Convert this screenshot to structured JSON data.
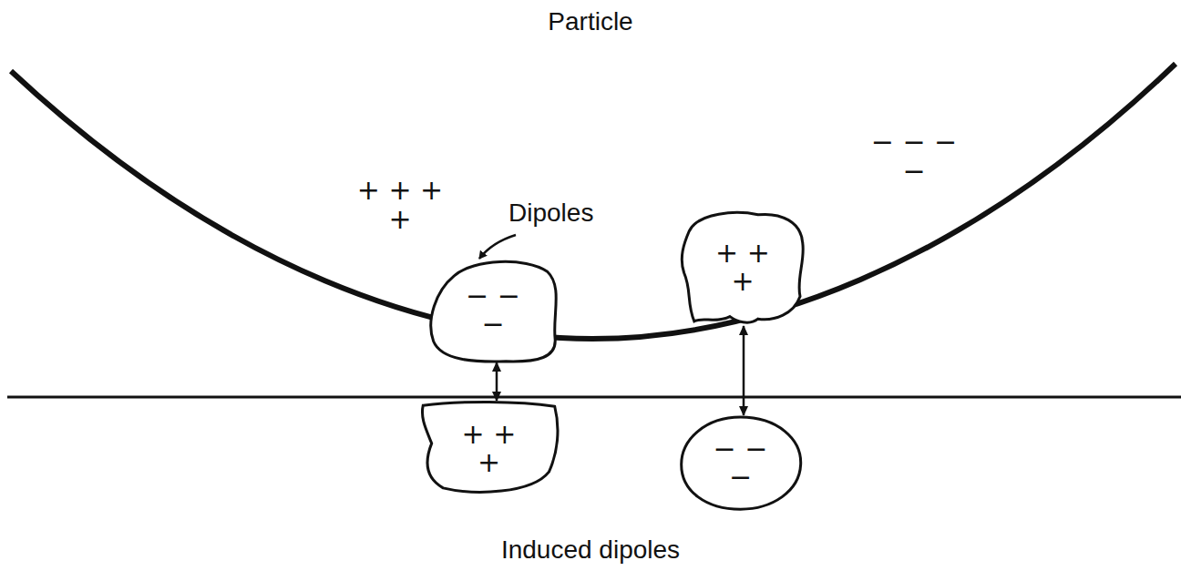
{
  "diagram": {
    "nodes": [
      {
        "text": [
          "− − −"
        ]
      },
      {
        "text": [
          "+ + +"
        ]
      },
      {
        "text": [
          "+ + +"
        ]
      },
      {
        "text": [
          "− − −"
        ]
      }
    ],
    "edges": [
      {
        "from": 0,
        "to": 2,
        "arrow": "both"
      },
      {
        "from": 1,
        "to": 3,
        "arrow": "both"
      }
    ],
    "labels": [
      "Particle",
      "Dipoles",
      "+ + + +",
      "− − − −",
      "Induced dipoles"
    ]
  }
}
